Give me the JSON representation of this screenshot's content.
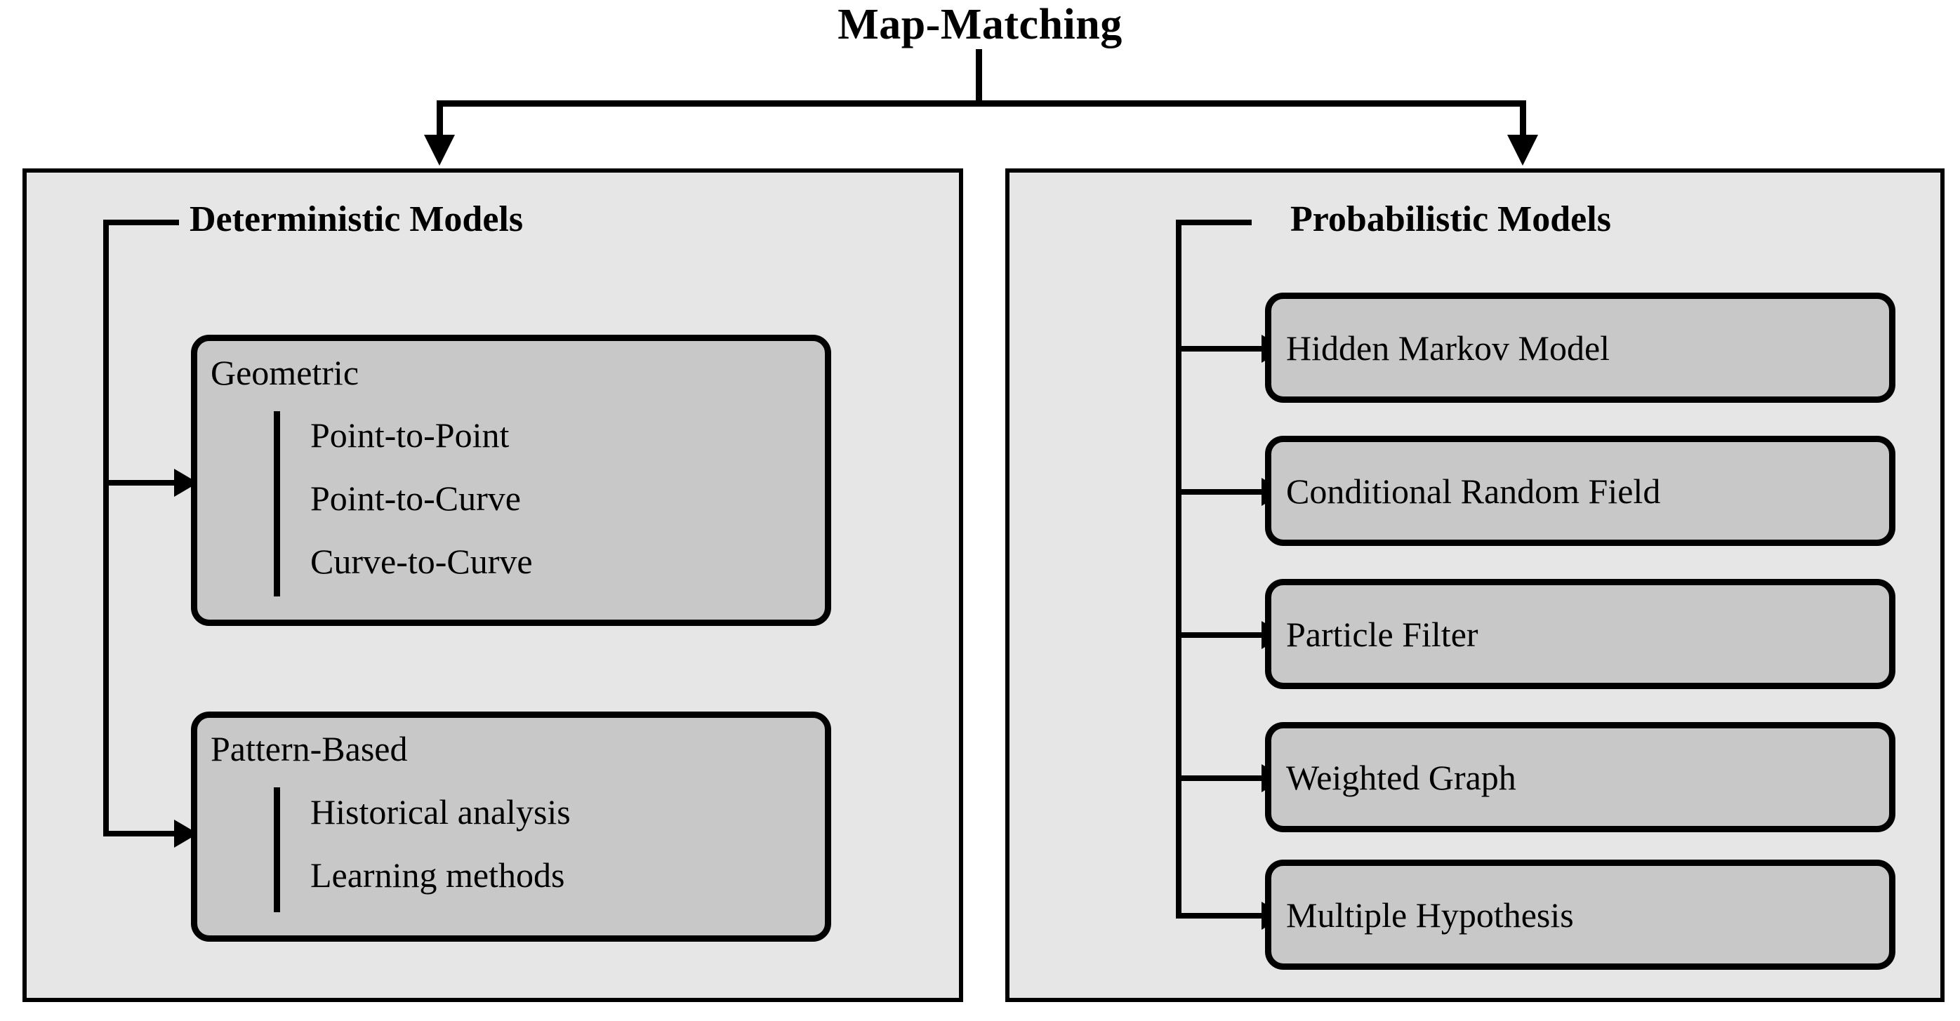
{
  "diagram": {
    "root": {
      "label": "Map-Matching"
    },
    "branches": [
      {
        "id": "deterministic",
        "title": "Deterministic Models",
        "groups": [
          {
            "id": "geometric",
            "heading": "Geometric",
            "items": [
              "Point-to-Point",
              "Point-to-Curve",
              "Curve-to-Curve"
            ]
          },
          {
            "id": "pattern-based",
            "heading": "Pattern-Based",
            "items": [
              "Historical analysis",
              "Learning methods"
            ]
          }
        ]
      },
      {
        "id": "probabilistic",
        "title": "Probabilistic Models",
        "boxes": [
          "Hidden Markov Model",
          "Conditional Random Field",
          "Particle Filter",
          "Weighted Graph",
          "Multiple Hypothesis"
        ]
      }
    ],
    "colors": {
      "page_background": "#ffffff",
      "panel_fill": "#e6e6e6",
      "box_fill": "#c8c8c8",
      "stroke": "#000000",
      "text": "#000000"
    }
  }
}
